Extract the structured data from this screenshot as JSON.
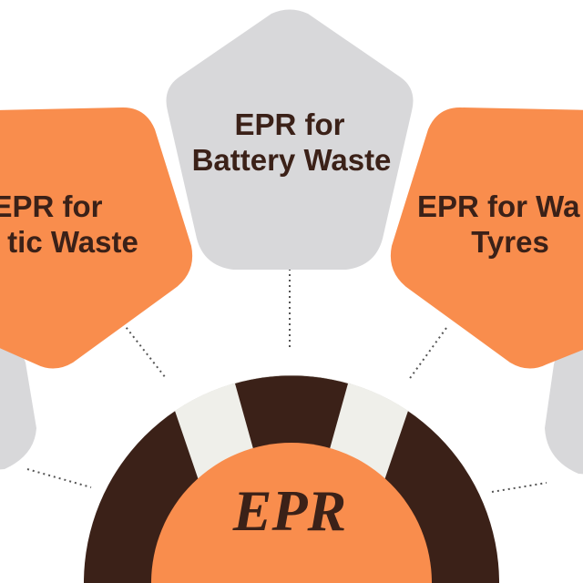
{
  "diagram": {
    "center_label": "EPR",
    "nodes": [
      {
        "id": "left",
        "line1": "EPR for",
        "line2": "tic Waste"
      },
      {
        "id": "top",
        "line1": "EPR for",
        "line2": "Battery Waste"
      },
      {
        "id": "right",
        "line1": "EPR for Wa",
        "line2": "Tyres"
      }
    ]
  },
  "colors": {
    "orange": "#f98d4d",
    "gray": "#d8d8da",
    "dark_brown": "#3b2118",
    "cream": "#efefea",
    "connector": "#555555"
  }
}
